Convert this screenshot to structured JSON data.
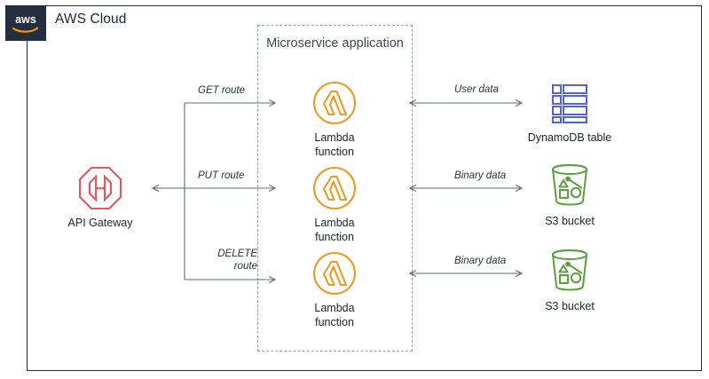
{
  "cloud": {
    "title": "AWS Cloud",
    "logo_icon": "aws-logo-icon",
    "border_color": "#232f3e",
    "badge_color": "#232f3e"
  },
  "group": {
    "title": "Microservice\napplication",
    "border_style": "dashed",
    "border_color": "#9aa3ad"
  },
  "nodes": {
    "api_gateway": {
      "label": "API Gateway",
      "icon": "api-gateway-octagon-icon",
      "color": "#e8565a"
    },
    "lambda_get": {
      "label": "Lambda\nfunction",
      "icon": "lambda-function-icon",
      "color": "#ed9b22"
    },
    "lambda_put": {
      "label": "Lambda\nfunction",
      "icon": "lambda-function-icon",
      "color": "#ed9b22"
    },
    "lambda_delete": {
      "label": "Lambda\nfunction",
      "icon": "lambda-function-icon",
      "color": "#ed9b22"
    },
    "dynamodb": {
      "label": "DynamoDB table",
      "icon": "dynamodb-table-icon",
      "color": "#5561d6"
    },
    "s3_binary_1": {
      "label": "S3 bucket",
      "icon": "s3-bucket-icon",
      "color": "#5aa13f"
    },
    "s3_binary_2": {
      "label": "S3 bucket",
      "icon": "s3-bucket-icon",
      "color": "#5aa13f"
    }
  },
  "edges": {
    "get_route": "GET route",
    "put_route": "PUT route",
    "delete_route": "DELETE\nroute",
    "user_data": "User data",
    "binary_data_1": "Binary data",
    "binary_data_2": "Binary data"
  }
}
